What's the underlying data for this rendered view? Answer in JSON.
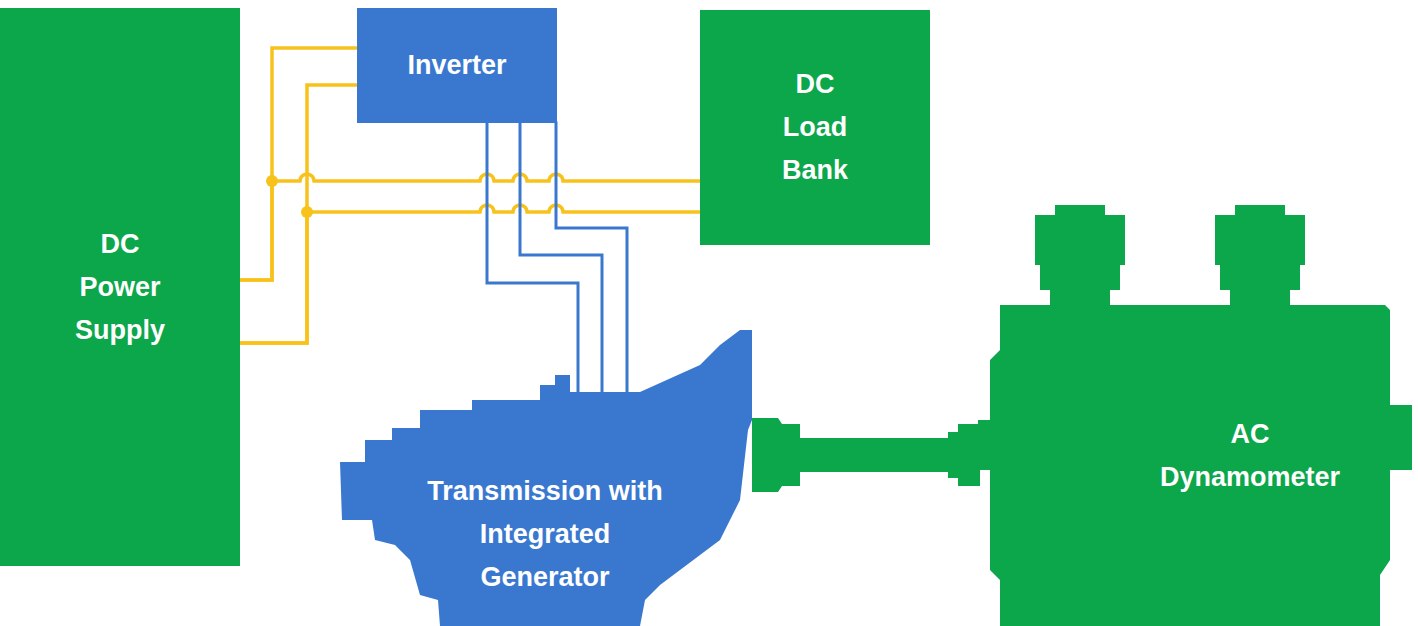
{
  "diagram": {
    "nodes": [
      {
        "text": [
          "DC Power Supply"
        ]
      },
      {
        "text": [
          "Inverter"
        ]
      },
      {
        "text": [
          "DC Load Bank"
        ]
      },
      {
        "text": [
          "Transmission with Integrated Generator"
        ]
      },
      {
        "text": [
          "AC Dynamometer"
        ]
      }
    ],
    "edges": [
      {
        "from": 0,
        "to": 1,
        "arrow": "none"
      },
      {
        "from": 0,
        "to": 1,
        "arrow": "none"
      },
      {
        "from": 0,
        "to": 2,
        "arrow": "none"
      },
      {
        "from": 0,
        "to": 2,
        "arrow": "none"
      },
      {
        "from": 1,
        "to": 3,
        "arrow": "none"
      },
      {
        "from": 1,
        "to": 3,
        "arrow": "none"
      },
      {
        "from": 1,
        "to": 3,
        "arrow": "none"
      },
      {
        "from": 3,
        "to": 4,
        "arrow": "none"
      }
    ]
  }
}
